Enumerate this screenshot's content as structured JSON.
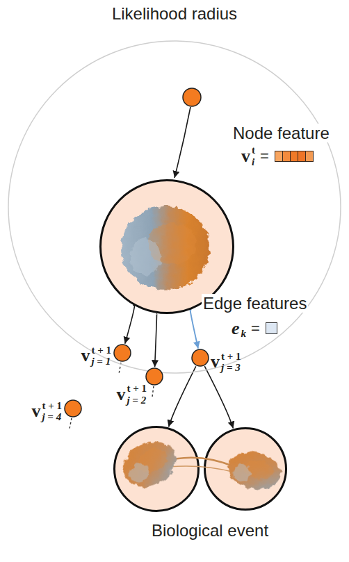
{
  "diagram": {
    "nodes": [
      {
        "text": [
          "Likelihood radius"
        ]
      },
      {
        "text": [
          "Node feature",
          "v",
          "t",
          "i",
          "="
        ],
        "in": 0
      },
      {
        "text": [
          "v",
          "t + 1",
          "j = 1"
        ],
        "in": 0
      },
      {
        "text": [
          "v",
          "t + 1",
          "j = 2"
        ]
      },
      {
        "text": [
          "v",
          "t + 1",
          "j = 3"
        ],
        "in": 0
      },
      {
        "text": [
          "v",
          "t + 1",
          "j = 4"
        ]
      },
      {
        "text": [
          "Biological event"
        ]
      }
    ],
    "edges": [
      {
        "from": 1,
        "to": 2,
        "arrow": "to"
      },
      {
        "from": 1,
        "to": 3,
        "arrow": "to"
      },
      {
        "from": 1,
        "to": 4,
        "arrow": "to",
        "label": "Edge features"
      },
      {
        "from": 4,
        "to": 6,
        "arrow": "to"
      },
      {
        "from": 4,
        "to": 6,
        "arrow": "to"
      }
    ],
    "labels": [
      "e",
      "k",
      "="
    ]
  }
}
